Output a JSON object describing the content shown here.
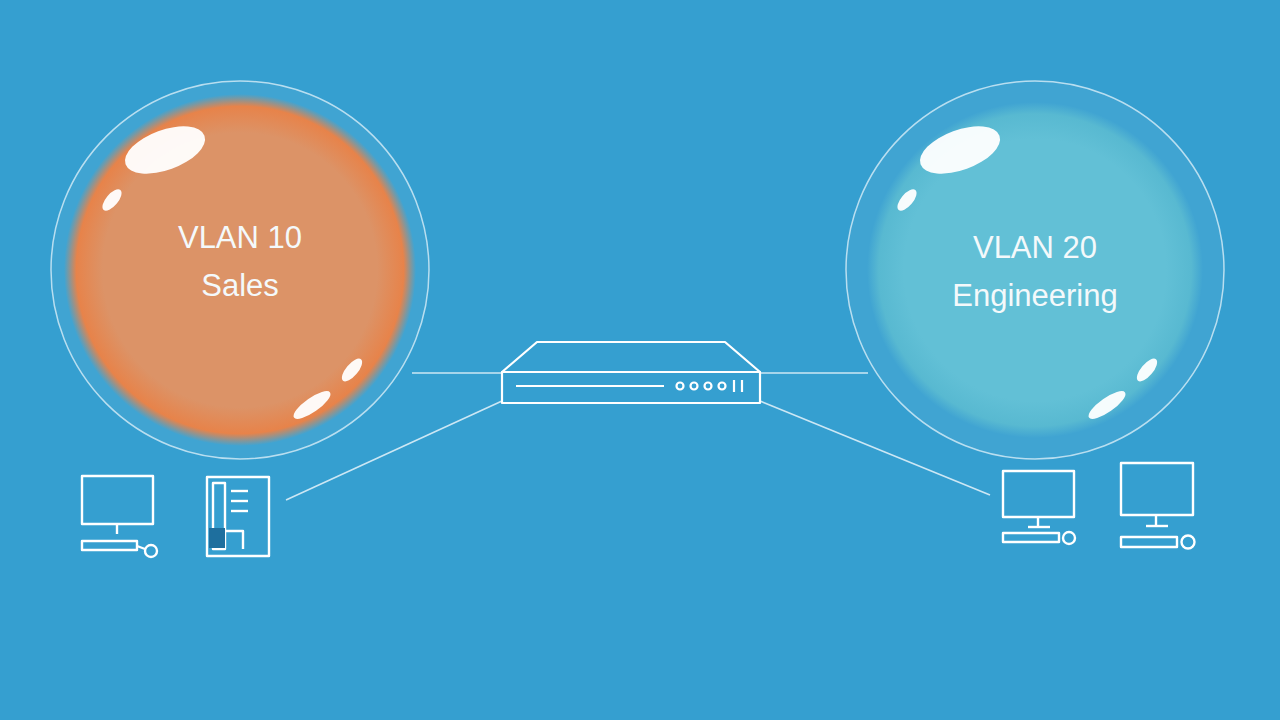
{
  "diagram": {
    "nodes": [
      {
        "text": [
          "VLAN 10",
          "Sales"
        ]
      },
      {
        "text": [
          "VLAN 20",
          "Engineering"
        ]
      }
    ]
  }
}
